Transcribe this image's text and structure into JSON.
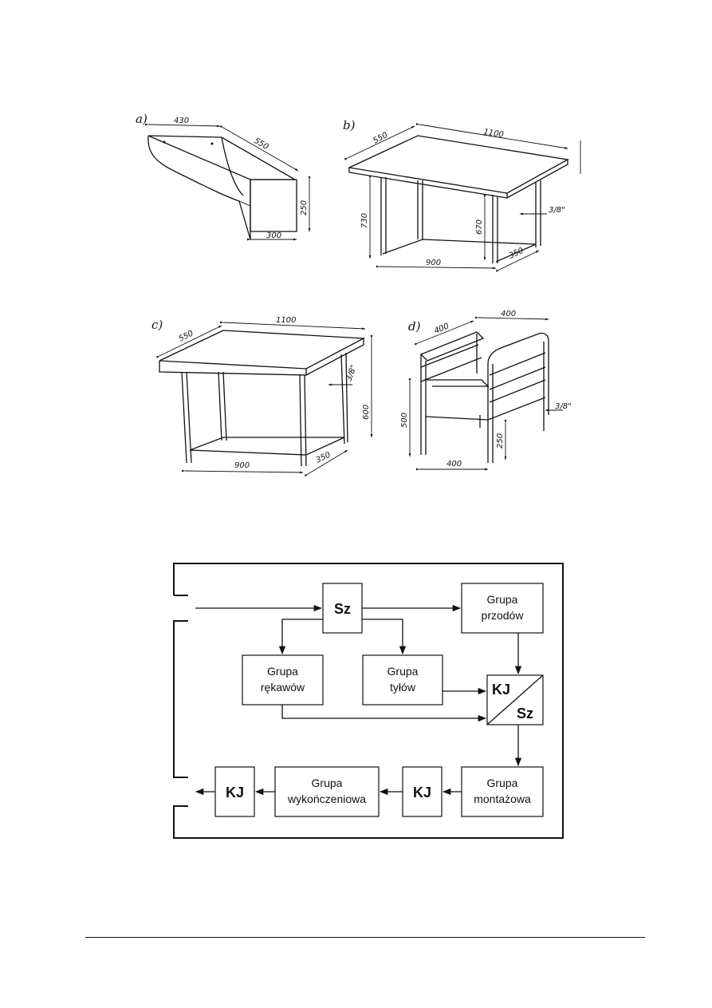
{
  "figure": {
    "panels": [
      {
        "label": "a)",
        "dims": [
          "430",
          "550",
          "250",
          "300"
        ]
      },
      {
        "label": "b)",
        "dims": [
          "550",
          "1100",
          "730",
          "670",
          "3/8\"",
          "900",
          "350"
        ]
      },
      {
        "label": "c)",
        "dims": [
          "550",
          "1100",
          "3/8\"",
          "600",
          "900",
          "350"
        ]
      },
      {
        "label": "d)",
        "dims": [
          "400",
          "400",
          "500",
          "250",
          "3/8\"",
          "400"
        ]
      }
    ]
  },
  "flow": {
    "sz": "Sz",
    "przodow": [
      "Grupa",
      "przodów"
    ],
    "rekawow": [
      "Grupa",
      "rękawów"
    ],
    "tylow": [
      "Grupa",
      "tyłów"
    ],
    "kjsz": {
      "kj": "KJ",
      "sz": "Sz"
    },
    "montazowa": [
      "Grupa",
      "montażowa"
    ],
    "kj_mid": "KJ",
    "wykonczeniowa": [
      "Grupa",
      "wykończeniowa"
    ],
    "kj_end": "KJ"
  }
}
